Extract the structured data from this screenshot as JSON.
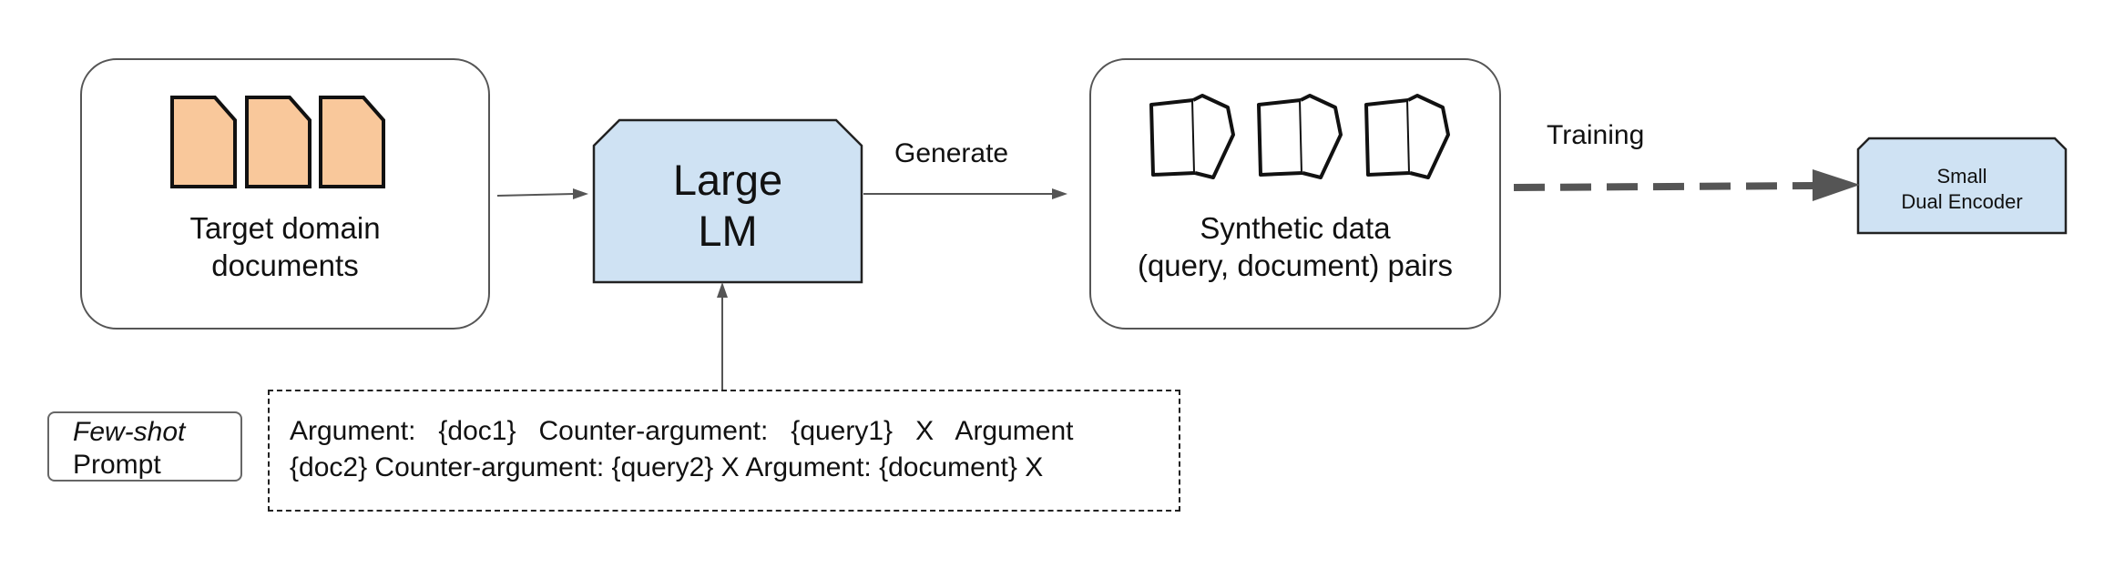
{
  "source_box": {
    "label_line1": "Target domain",
    "label_line2": "documents"
  },
  "model": {
    "label_line1": "Large",
    "label_line2": "LM"
  },
  "generate_label": "Generate",
  "synthetic_box": {
    "label_line1": "Synthetic data",
    "label_line2": "(query, document) pairs"
  },
  "training_label": "Training",
  "target_model": {
    "label_line1": "Small",
    "label_line2": "Dual Encoder"
  },
  "few_shot": {
    "line1": "Few-shot",
    "line2": "Prompt"
  },
  "prompt": {
    "line1": "Argument:   {doc1}   Counter-argument:   {query1}   X   Argument",
    "line2": "{doc2} Counter-argument: {query2} X Argument: {document} X"
  },
  "colors": {
    "doc_fill": "#f9c89b",
    "model_fill": "#cfe2f3",
    "arrow": "#555555",
    "dashed_arrow": "#555555"
  },
  "icons": [
    "document-icon",
    "document-icon",
    "document-icon",
    "folded-paper-icon",
    "folded-paper-icon",
    "folded-paper-icon"
  ]
}
